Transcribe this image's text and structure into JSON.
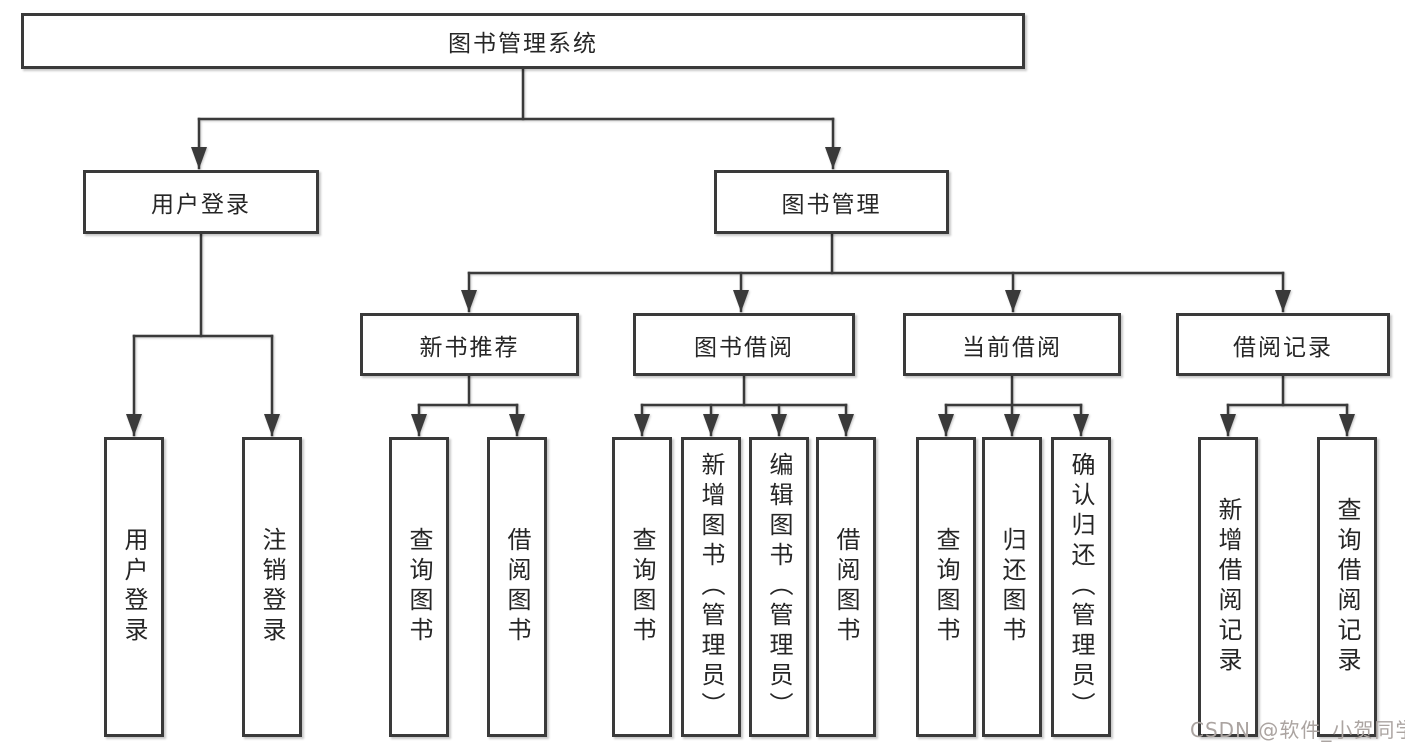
{
  "tree": {
    "label": "图书管理系统",
    "children": [
      {
        "label": "用户登录",
        "children": [
          {
            "label": "用户登录"
          },
          {
            "label": "注销登录"
          }
        ]
      },
      {
        "label": "图书管理",
        "children": [
          {
            "label": "新书推荐",
            "children": [
              {
                "label": "查询图书"
              },
              {
                "label": "借阅图书"
              }
            ]
          },
          {
            "label": "图书借阅",
            "children": [
              {
                "label": "查询图书"
              },
              {
                "label": "新增图书（管理员）"
              },
              {
                "label": "编辑图书（管理员）"
              },
              {
                "label": "借阅图书"
              }
            ]
          },
          {
            "label": "当前借阅",
            "children": [
              {
                "label": "查询图书"
              },
              {
                "label": "归还图书"
              },
              {
                "label": "确认归还（管理员）"
              }
            ]
          },
          {
            "label": "借阅记录",
            "children": [
              {
                "label": "新增借阅记录"
              },
              {
                "label": "查询借阅记录"
              }
            ]
          }
        ]
      }
    ]
  },
  "watermark": {
    "text": "CSDN @软件_小贺同学"
  },
  "colors": {
    "line": "#3a3a3a",
    "box_border": "#3a3a3a",
    "text": "#262626",
    "watermark": "#aba4a1",
    "background": "#ffffff"
  }
}
